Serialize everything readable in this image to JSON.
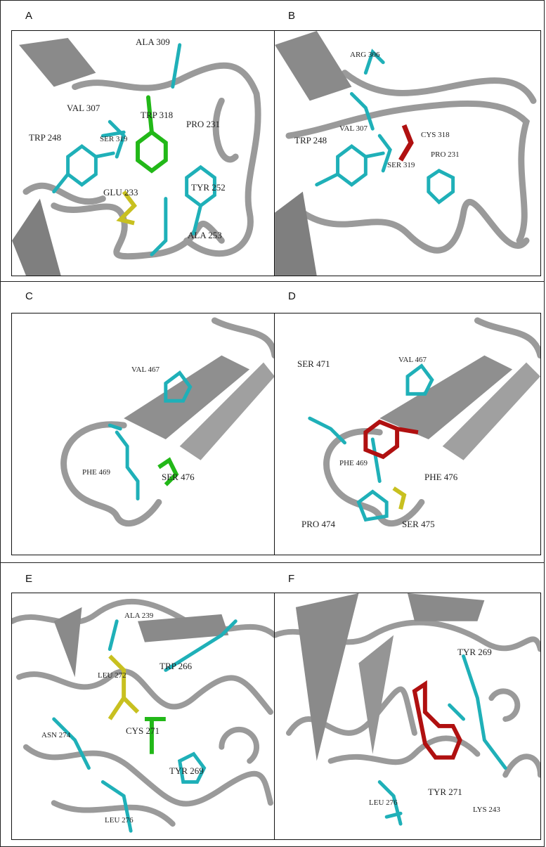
{
  "colors": {
    "ribbon": "#9a9a9a",
    "ribbon_dark": "#7f7f7f",
    "residue": "#1fb0b8",
    "ligand_green": "#22b818",
    "ligand_yellow": "#c8c020",
    "ligand_red": "#b01010"
  },
  "panels": [
    {
      "label": "A",
      "residues": [
        "ALA 309",
        "VAL 307",
        "TRP 318",
        "PRO 231",
        "TRP 248",
        "SER 319",
        "GLU 233",
        "TYR 252",
        "ALA 253"
      ]
    },
    {
      "label": "B",
      "residues": [
        "ARG 306",
        "VAL 307",
        "CYS 318",
        "TRP 248",
        "PRO 231",
        "SER 319"
      ]
    },
    {
      "label": "C",
      "residues": [
        "VAL 467",
        "PHE 469",
        "SER 476"
      ]
    },
    {
      "label": "D",
      "residues": [
        "VAL 467",
        "SER 471",
        "PHE 469",
        "PHE 476",
        "PRO 474",
        "SER 475"
      ]
    },
    {
      "label": "E",
      "residues": [
        "ALA 239",
        "TRP 266",
        "LEU 272",
        "ASN 274",
        "CYS 271",
        "TYR 269",
        "LEU 276"
      ]
    },
    {
      "label": "F",
      "residues": [
        "TYR 269",
        "TYR 271",
        "LEU 276",
        "LYS 243"
      ]
    }
  ]
}
